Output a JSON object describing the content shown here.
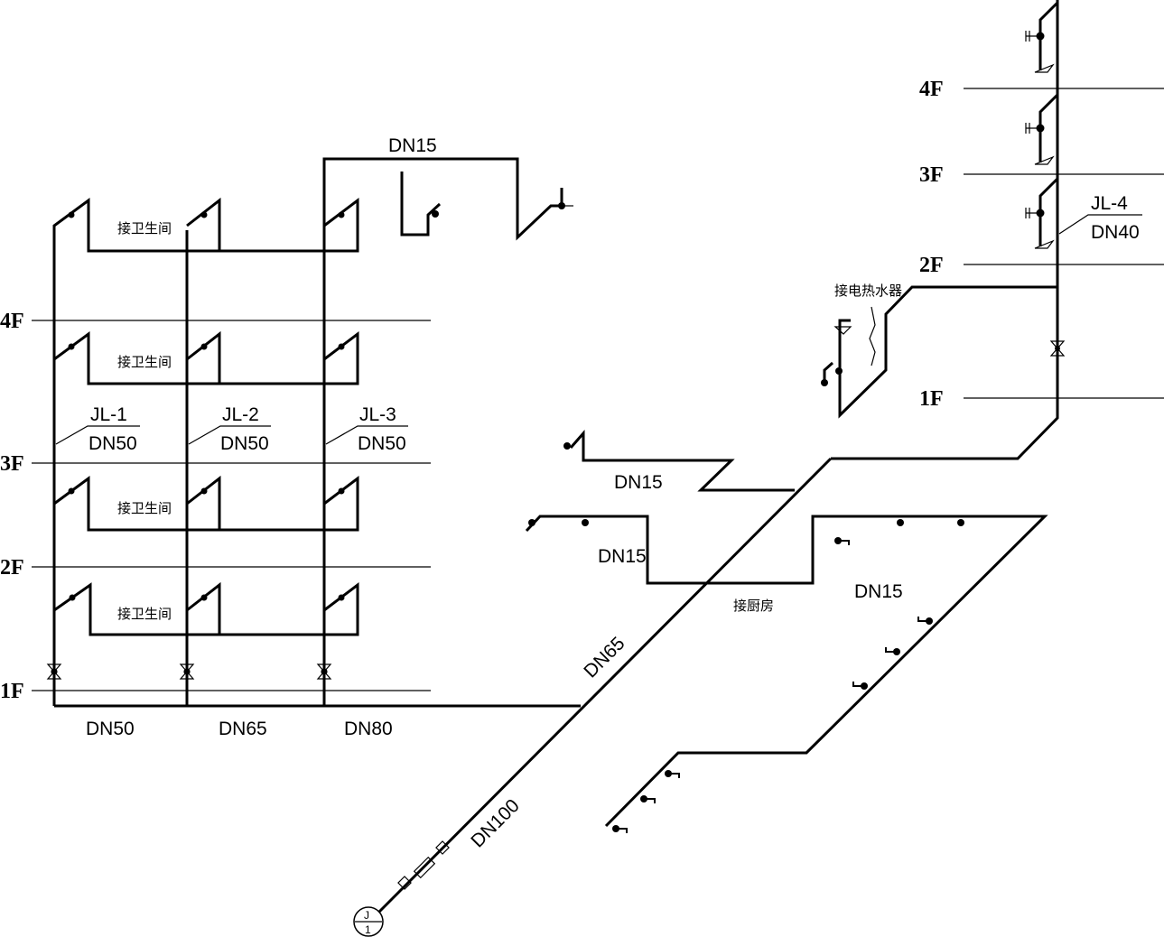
{
  "colors": {
    "line": "#000000",
    "background": "#ffffff"
  },
  "floors": {
    "f1": "1F",
    "f2": "2F",
    "f3": "3F",
    "f4": "4F"
  },
  "risers": {
    "jl1": {
      "name": "JL-1",
      "size": "DN50"
    },
    "jl2": {
      "name": "JL-2",
      "size": "DN50"
    },
    "jl3": {
      "name": "JL-3",
      "size": "DN50"
    },
    "jl4": {
      "name": "JL-4",
      "size": "DN40"
    }
  },
  "pipe_sizes": {
    "top_branch": "DN15",
    "main_seg1": "DN50",
    "main_seg2": "DN65",
    "main_seg3": "DN80",
    "diagonal_upper": "DN65",
    "diagonal_lower": "DN100",
    "kitchen_branch_a": "DN15",
    "kitchen_branch_b": "DN15",
    "kitchen_loop": "DN15"
  },
  "annotations": {
    "bathroom": "接卫生间",
    "kitchen": "接厨房",
    "water_heater": "接电热水器"
  },
  "inlet": {
    "top": "J",
    "bottom": "1"
  }
}
